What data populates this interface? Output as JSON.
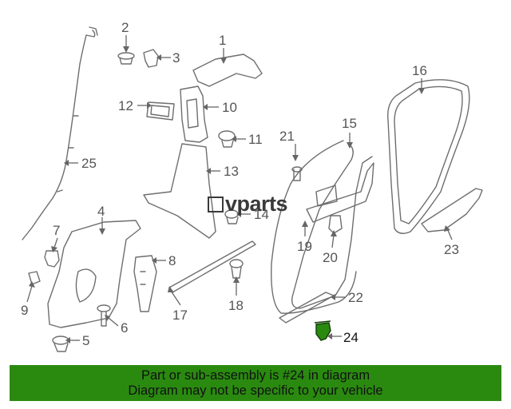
{
  "watermark": {
    "brand": "vparts"
  },
  "callouts": [
    {
      "id": "label-1",
      "text": "1"
    },
    {
      "id": "label-2",
      "text": "2"
    },
    {
      "id": "label-3",
      "text": "3"
    },
    {
      "id": "label-4",
      "text": "4"
    },
    {
      "id": "label-5",
      "text": "5"
    },
    {
      "id": "label-6",
      "text": "6"
    },
    {
      "id": "label-7",
      "text": "7"
    },
    {
      "id": "label-8",
      "text": "8"
    },
    {
      "id": "label-9",
      "text": "9"
    },
    {
      "id": "label-10",
      "text": "10"
    },
    {
      "id": "label-11",
      "text": "11"
    },
    {
      "id": "label-12",
      "text": "12"
    },
    {
      "id": "label-13",
      "text": "13"
    },
    {
      "id": "label-14",
      "text": "14"
    },
    {
      "id": "label-15",
      "text": "15"
    },
    {
      "id": "label-16",
      "text": "16"
    },
    {
      "id": "label-17",
      "text": "17"
    },
    {
      "id": "label-18",
      "text": "18"
    },
    {
      "id": "label-19",
      "text": "19"
    },
    {
      "id": "label-20",
      "text": "20"
    },
    {
      "id": "label-21",
      "text": "21"
    },
    {
      "id": "label-22",
      "text": "22"
    },
    {
      "id": "label-23",
      "text": "23"
    },
    {
      "id": "label-24",
      "text": "24"
    },
    {
      "id": "label-25",
      "text": "25"
    }
  ],
  "highlight": {
    "part": "24",
    "color": "#2a8a10"
  },
  "banner": {
    "line1": "Part or sub-assembly is #24 in diagram",
    "line2": "Diagram may not be specific to your vehicle",
    "color": "#2a8a10"
  }
}
